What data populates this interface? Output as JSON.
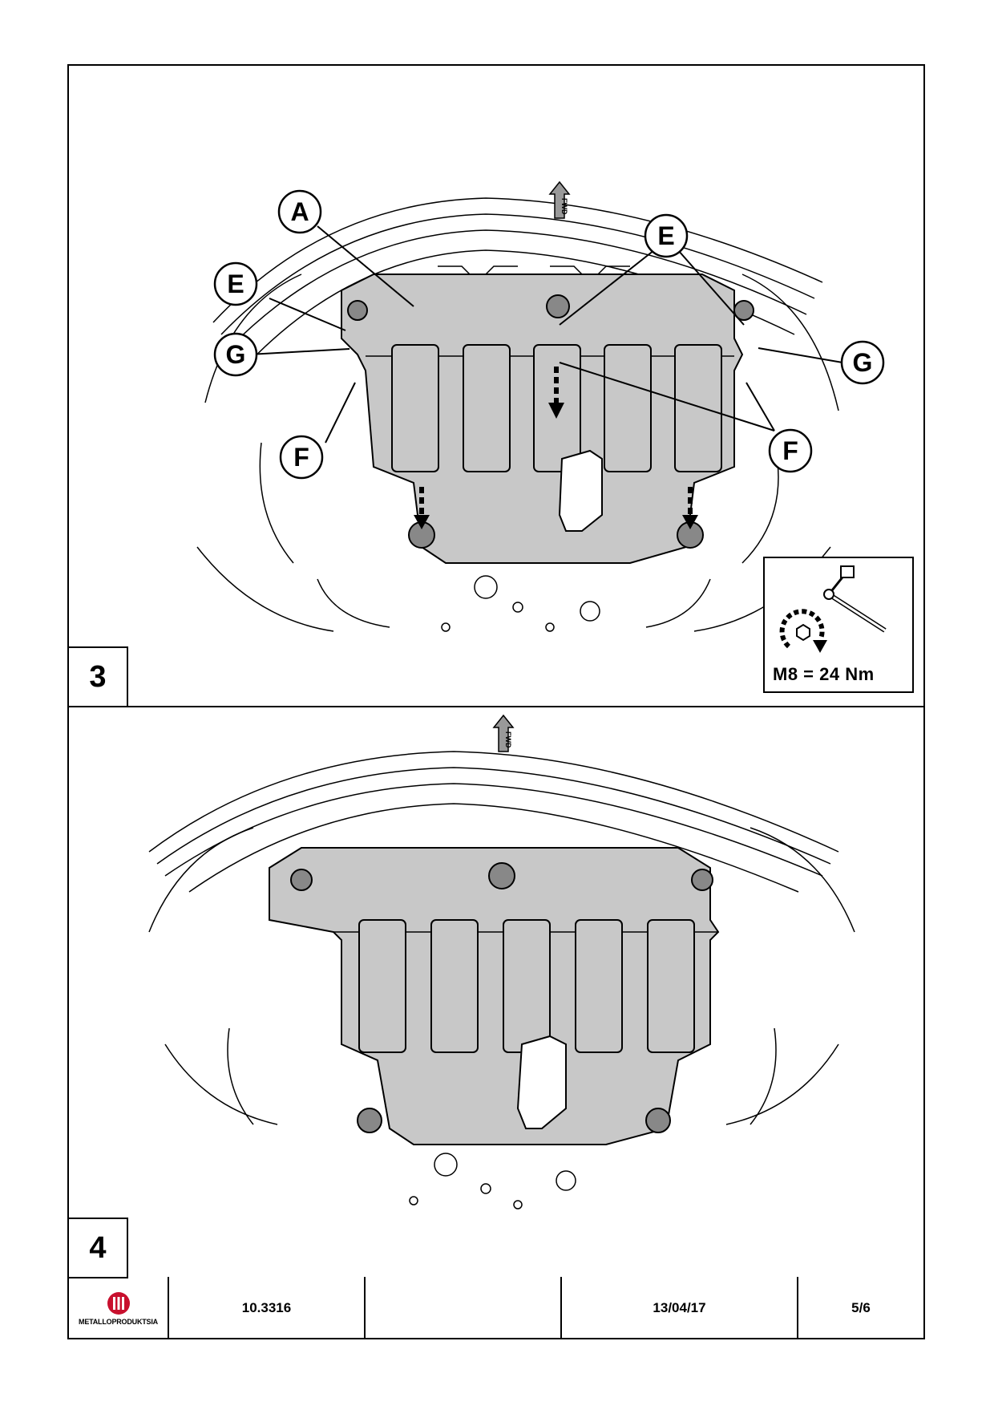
{
  "step3": {
    "number": "3",
    "fwd_label": "FWD",
    "callouts": {
      "a": "A",
      "e": "E",
      "f": "F",
      "g": "G"
    },
    "torque": {
      "text": "M8 =  24  Nm"
    }
  },
  "step4": {
    "number": "4",
    "fwd_label": "FWD"
  },
  "footer": {
    "logo_text": "METALLOPRODUKTSIA",
    "part_number": "10.3316",
    "blank": "",
    "date": "13/04/17",
    "page": "5/6"
  },
  "colors": {
    "plate": "#c8c8c8",
    "line": "#000000",
    "logo_red": "#c8102e"
  }
}
